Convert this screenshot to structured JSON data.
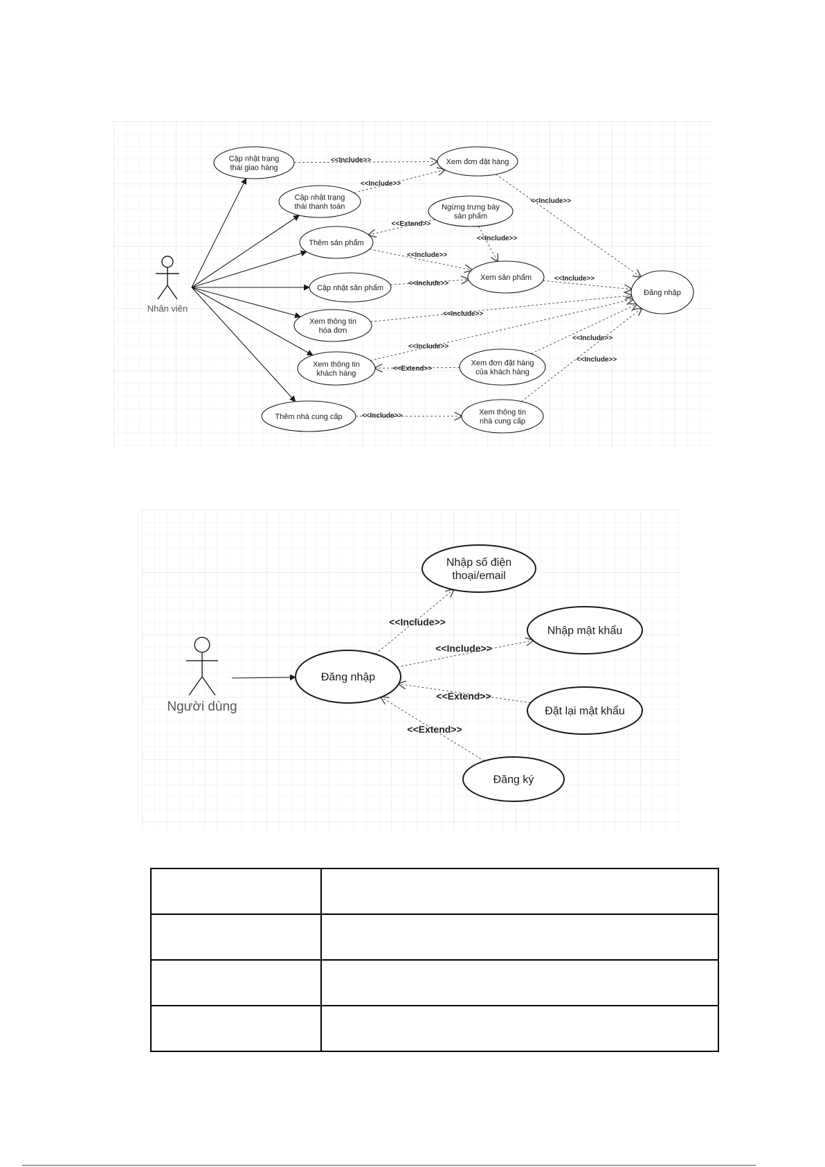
{
  "diagram1": {
    "actor": {
      "label": "Nhân viên"
    },
    "use_cases": [
      {
        "id": "u1",
        "label_lines": [
          "Cập nhật trạng",
          "thái giao hàng"
        ]
      },
      {
        "id": "u2",
        "label_lines": [
          "Xem đơn đặt hàng"
        ]
      },
      {
        "id": "u3",
        "label_lines": [
          "Cập nhật trạng",
          "thái thanh toán"
        ]
      },
      {
        "id": "u4",
        "label_lines": [
          "Ngừng trưng bày",
          "sản phẩm"
        ]
      },
      {
        "id": "u5",
        "label_lines": [
          "Thêm sản phẩm"
        ]
      },
      {
        "id": "u6",
        "label_lines": [
          "Xem sản phẩm"
        ]
      },
      {
        "id": "u7",
        "label_lines": [
          "Cập nhật sản phẩm"
        ]
      },
      {
        "id": "u8",
        "label_lines": [
          "Đăng nhập"
        ]
      },
      {
        "id": "u9",
        "label_lines": [
          "Xem thông tin",
          "hóa đơn"
        ]
      },
      {
        "id": "u10",
        "label_lines": [
          "Xem thông tin",
          "khách hàng"
        ]
      },
      {
        "id": "u11",
        "label_lines": [
          "Xem đơn đặt hàng",
          "của khách hàng"
        ]
      },
      {
        "id": "u12",
        "label_lines": [
          "Thêm nhà cung cấp"
        ]
      },
      {
        "id": "u13",
        "label_lines": [
          "Xem thông tin",
          "nhà cung cấp"
        ]
      }
    ],
    "associations": [
      "u1",
      "u3",
      "u5",
      "u7",
      "u9",
      "u10",
      "u12"
    ],
    "relations": [
      {
        "from": "u1",
        "to": "u2",
        "label": "<<Include>>"
      },
      {
        "from": "u3",
        "to": "u2",
        "label": "<<Include>>"
      },
      {
        "from": "u2",
        "to": "u8",
        "label": "<<Include>>"
      },
      {
        "from": "u4",
        "to": "u5",
        "label": "<<Extend>>"
      },
      {
        "from": "u4",
        "to": "u6",
        "label": "<<Include>>"
      },
      {
        "from": "u5",
        "to": "u6",
        "label": "<<Include>>"
      },
      {
        "from": "u7",
        "to": "u6",
        "label": "<<Include>>"
      },
      {
        "from": "u6",
        "to": "u8",
        "label": "<<Include>>"
      },
      {
        "from": "u9",
        "to": "u8",
        "label": "<<Include>>"
      },
      {
        "from": "u10",
        "to": "u8",
        "label": "<<Include>>"
      },
      {
        "from": "u11",
        "to": "u10",
        "label": "<<Extend>>"
      },
      {
        "from": "u11",
        "to": "u8",
        "label": "<<Include>>"
      },
      {
        "from": "u12",
        "to": "u13",
        "label": "<<Include>>"
      },
      {
        "from": "u13",
        "to": "u8",
        "label": "<<Include>>"
      }
    ]
  },
  "diagram2": {
    "actor": {
      "label": "Người dùng"
    },
    "use_cases": [
      {
        "id": "v1",
        "label_lines": [
          "Nhập số điện",
          "thoại/email"
        ]
      },
      {
        "id": "v2",
        "label_lines": [
          "Nhập mật khẩu"
        ]
      },
      {
        "id": "v3",
        "label_lines": [
          "Đăng nhập"
        ]
      },
      {
        "id": "v4",
        "label_lines": [
          "Đặt lại mật khẩu"
        ]
      },
      {
        "id": "v5",
        "label_lines": [
          "Đăng ký"
        ]
      }
    ],
    "associations": [
      "v3"
    ],
    "relations": [
      {
        "from": "v3",
        "to": "v1",
        "label": "<<Include>>"
      },
      {
        "from": "v3",
        "to": "v2",
        "label": "<<Include>>"
      },
      {
        "from": "v4",
        "to": "v3",
        "label": "<<Extend>>"
      },
      {
        "from": "v5",
        "to": "v3",
        "label": "<<Extend>>"
      }
    ]
  },
  "table": {
    "rows": [
      [
        "",
        ""
      ],
      [
        "",
        ""
      ],
      [
        "",
        ""
      ],
      [
        "",
        ""
      ]
    ]
  },
  "colors": {
    "grid_minor": "#ececec",
    "grid_major": "#dcdcdc",
    "stroke": "#1a1a1a",
    "dashed": "#555555"
  }
}
